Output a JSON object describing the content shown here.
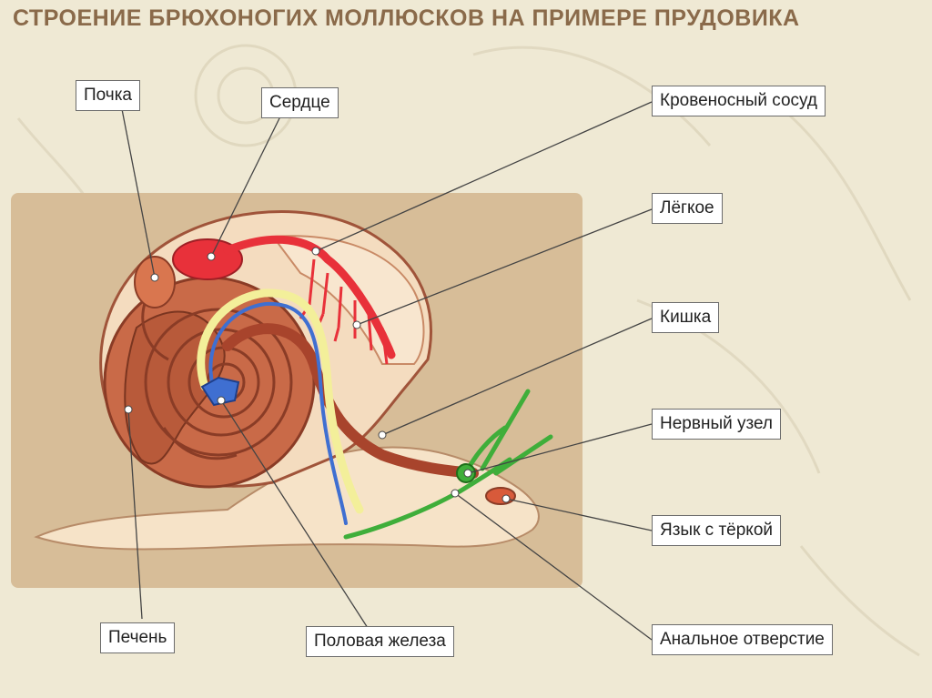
{
  "title": "СТРОЕНИЕ  БРЮХОНОГИХ  МОЛЛЮСКОВ НА  ПРИМЕРЕ  ПРУДОВИКА",
  "labels": {
    "kidney": "Почка",
    "heart": "Сердце",
    "blood_vessel": "Кровеносный сосуд",
    "lung": "Лёгкое",
    "intestine": "Кишка",
    "nerve_ganglion": "Нервный узел",
    "radula_tongue": "Язык с тёркой",
    "liver": "Печень",
    "gonad": "Половая железа",
    "anus": "Анальное отверстие"
  },
  "colors": {
    "background": "#efe9d4",
    "panel": "#d7bd98",
    "title": "#8a6a4a",
    "shell_body": "#c96a48",
    "blood": "#e8313a",
    "nerve": "#3fae3a",
    "intestine": "#a8442c",
    "vessel_blue": "#3f6fd1",
    "vessel_yellow": "#f3ef9a"
  }
}
